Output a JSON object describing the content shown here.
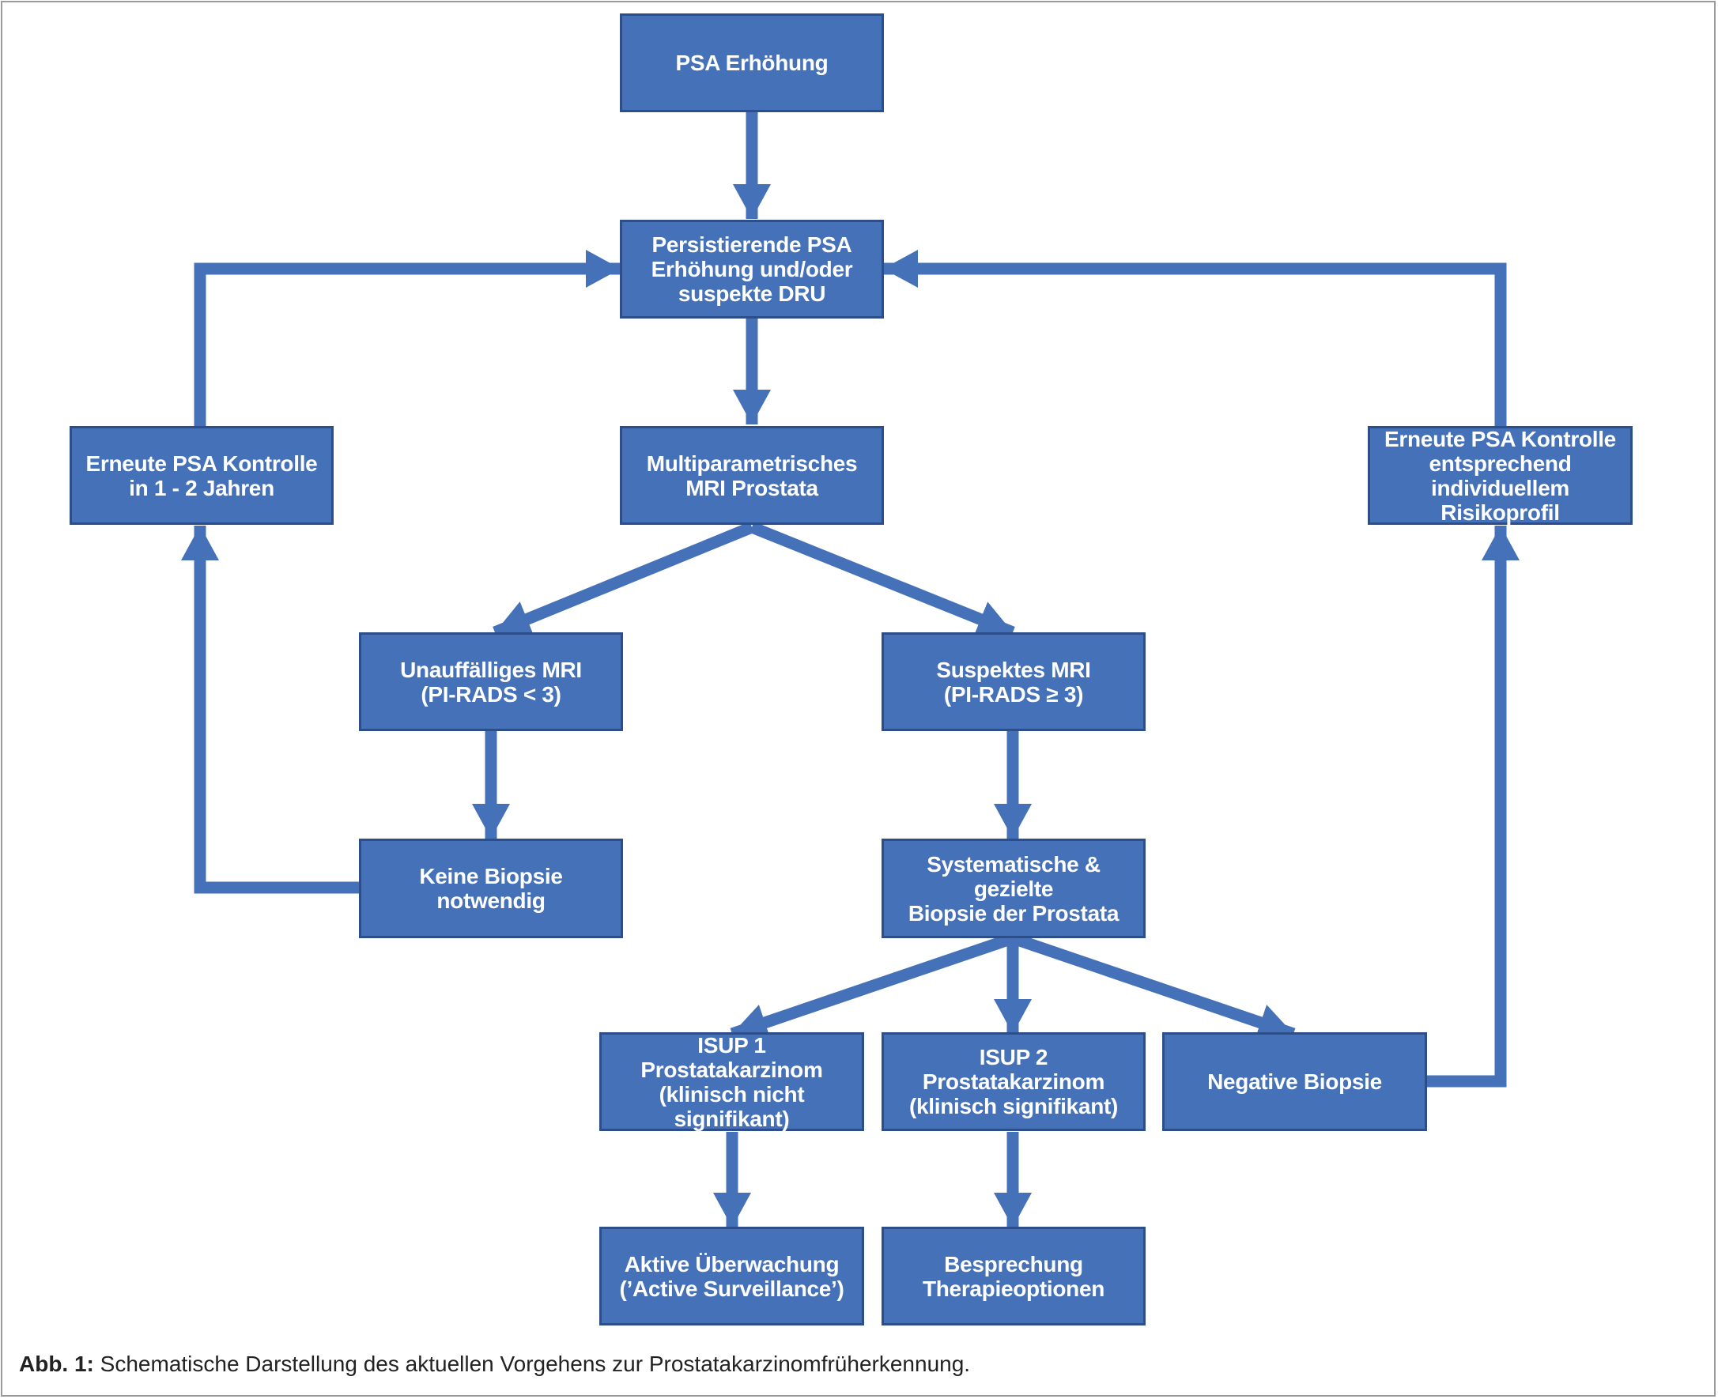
{
  "boxes": {
    "psa_erhoehung": "PSA Erhöhung",
    "persistierende_psa": "Persistierende PSA\nErhöhung und/oder\nsuspekte DRU",
    "mri_prostata": "Multiparametrisches\nMRI Prostata",
    "psa_kontrolle_left": "Erneute PSA Kontrolle\nin 1 - 2 Jahren",
    "psa_kontrolle_right": "Erneute PSA Kontrolle\nentsprechend\nindividuellem Risikoprofil",
    "unauffaelliges_mri": "Unauffälliges MRI\n(PI-RADS < 3)",
    "suspektes_mri": "Suspektes MRI\n(PI-RADS ≥ 3)",
    "keine_biopsie": "Keine Biopsie\nnotwendig",
    "systematische_biopsie": "Systematische & gezielte\nBiopsie der Prostata",
    "isup1": "ISUP 1 Prostatakarzinom\n(klinisch nicht signifikant)",
    "isup2": "ISUP 2 Prostatakarzinom\n(klinisch signifikant)",
    "negative_biopsie": "Negative Biopsie",
    "aktive_ueberwachung": "Aktive Überwachung\n(’Active Surveillance’)",
    "besprechung": "Besprechung\nTherapieoptionen"
  },
  "caption": {
    "label": "Abb. 1:",
    "text": " Schematische Darstellung des aktuellen Vorgehens zur Prostatakarzinomfrüherkennung."
  },
  "colors": {
    "box_fill": "#4571b9",
    "box_border": "#2c4f8c",
    "arrow": "#4571b9"
  }
}
